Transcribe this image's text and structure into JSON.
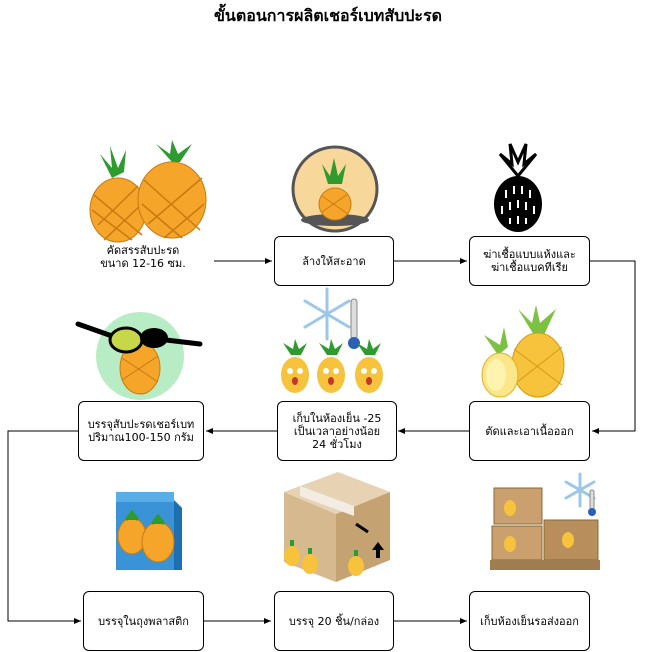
{
  "title": "ขั้นตอนการผลิตเชอร์เบทสับปะรด",
  "start_label": "คัดสรรสับปะรด\nขนาด 12-16 ซม.",
  "steps": [
    {
      "label": "ล้างให้สะอาด"
    },
    {
      "label": "ฆ่าเชื้อแบบแห้งและ\nฆ่าเชื้อแบคทีเรีย"
    },
    {
      "label": "ตัดและเอาเนื้อออก"
    },
    {
      "label": "เก็บในห้องเย็น -25\nเป็นเวลาอย่างน้อย\n24 ชั่วโมง"
    },
    {
      "label": "บรรจุสับปะรดเชอร์เบท\nปริมาณ100-150 กรัม"
    },
    {
      "label": "บรรจุในถุงพลาสติก"
    },
    {
      "label": "บรรจุ 20 ชิ้น/กล่อง"
    },
    {
      "label": "เก็บห้องเย็นรอส่งออก"
    }
  ],
  "colors": {
    "pineapple": "#f4a52a",
    "leaf": "#2e9b2e",
    "line": "#000000"
  },
  "icons": [
    "pineapples-icon",
    "washing-icon",
    "pineapple-outline-icon",
    "cut-pineapple-icon",
    "frozen-pineapple-icon",
    "spoon-pineapple-icon",
    "carton-icon",
    "box-icon",
    "cold-storage-icon"
  ]
}
